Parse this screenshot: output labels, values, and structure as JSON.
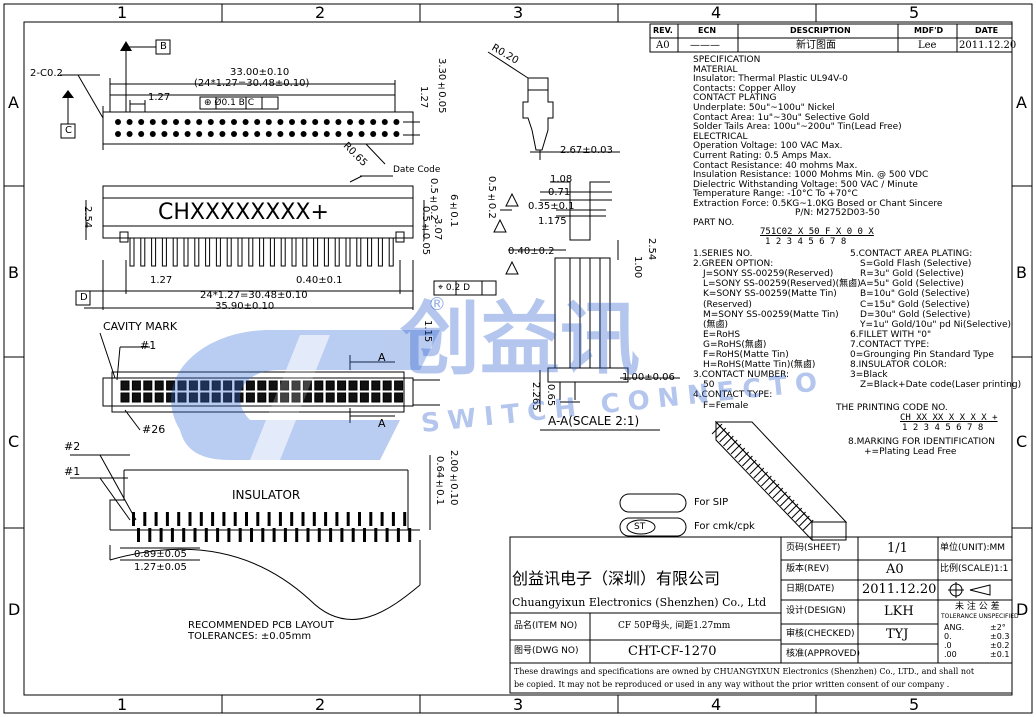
{
  "border": {
    "cols": [
      "1",
      "2",
      "3",
      "4",
      "5"
    ],
    "rows": [
      "A",
      "B",
      "C",
      "D"
    ]
  },
  "rev_table": {
    "headers": [
      "REV.",
      "ECN",
      "DESCRIPTION",
      "MDF'D",
      "DATE"
    ],
    "row": [
      "A0",
      "———",
      "新订图面",
      "Lee",
      "2011.12.20"
    ]
  },
  "spec": {
    "lines": [
      "SPECIFICATION",
      "MATERIAL",
      "Insulator: Thermal Plastic UL94V-0",
      "Contacts: Copper Alloy",
      "CONTACT PLATING",
      "Underplate: 50u\"~100u\" Nickel",
      "Contact Area: 1u\"~30u\" Selective Gold",
      "Solder Tails  Area: 100u\"~200u\" Tin(Lead Free)",
      "ELECTRICAL",
      "Operation Voltage: 100 VAC Max.",
      "Current Rating: 0.5 Amps Max.",
      "Contact Resistance: 40 mohms Max.",
      "Insulation Resistance: 1000 Mohms Min. @ 500 VDC",
      "Dielectric Withstanding Voltage: 500 VAC / Minute",
      "Temperature Range: -10°C To +70°C",
      "Extraction Force: 0.5KG~1.0KG Bosed or Chant Sincere"
    ],
    "pn_ref": "P/N: M2752D03-50",
    "part_no_label": "PART NO.",
    "part_code": "751C02 X 50 F X 0 0 X",
    "part_code_idx": "1  2  3 4 5 6 7 8"
  },
  "options_left": [
    "1.SERIES NO.",
    "2.GREEN OPTION:",
    "J=SONY SS-00259(Reserved)",
    "L=SONY SS-00259(Reserved)(無鹵)",
    "K=SONY SS-00259(Matte Tin)",
    "(Reserved)",
    "M=SONY SS-00259(Matte Tin)",
    "(無鹵)",
    "E=RoHS",
    "G=RoHS(無鹵)",
    "F=RoHS(Matte Tin)",
    "H=RoHS(Matte Tin)(無鹵)",
    "3.CONTACT NUMBER:",
    "50",
    "4.CONTACT TYPE:",
    "F=Female"
  ],
  "options_right": [
    "5.CONTACT AREA PLATING:",
    "S=Gold Flash (Selective)",
    "R=3u\" Gold (Selective)",
    "A=5u\" Gold (Selective)",
    "B=10u\" Gold (Selective)",
    "C=15u\" Gold (Selective)",
    "D=30u\" Gold (Selective)",
    "Y=1u\" Gold/10u\" pd Ni(Selective)",
    "6.FILLET WITH \"0\"",
    "7.CONTACT TYPE:",
    "0=Grounging Pin Standard Type",
    "8.INSULATOR COLOR:",
    "3=Black",
    "Z=Black+Date code(Laser printing)"
  ],
  "printing": {
    "title": "THE PRINTING CODE NO.",
    "code": "CH XX XX X X X X +",
    "idx": "1  2  3  4 5 6 7 8",
    "marking_1": "8.MARKING FOR IDENTIFICATION",
    "marking_2": "+=Plating Lead Free"
  },
  "legend": {
    "sip": "For SIP",
    "st_badge": "ST",
    "st": "For cmk/cpk"
  },
  "drawing": {
    "dim_33": "33.00±0.10",
    "dim_2448": "(24*1.27=30.48±0.10)",
    "dim_127": "1.27",
    "dim_c02": "2-C0.2",
    "gdt_top": "⊕ Ø0.1 B C",
    "dim_330": "3.30±0.05",
    "dim_127v": "1.27",
    "dim_r065": "R0.65",
    "date_code": "Date Code",
    "marking": "CHXXXXXXXX+",
    "dim_254": "2.54",
    "dim_05a": "0.5±0.2",
    "dim_05b": "0.5±0.05",
    "dim_307": "3.07",
    "dim_61": "6±0.1",
    "dim_127b": "1.27",
    "dim_04": "0.40±0.1",
    "dim_2448b": "24*1.27=30.48±0.10",
    "dim_359": "35.90±0.10",
    "gdt_d": "⌖ 0.2 D",
    "cavity": "CAVITY MARK",
    "p1": "#1",
    "p26": "#26",
    "p2": "#2",
    "p1b": "#1",
    "sec_a": "A",
    "insulator": "INSULATOR",
    "dim_089": "0.89±0.05",
    "dim_127c": "1.27±0.05",
    "dim_064": "0.64±0.1",
    "dim_200": "2.00±0.10",
    "dim_115": "1.15",
    "pcb_1": "RECOMMENDED PCB LAYOUT",
    "pcb_2": "TOLERANCES: ±0.05mm",
    "label_b": "B",
    "label_c": "C",
    "label_d": "D",
    "r020": "R0.20",
    "dim_267": "2.67±0.03",
    "dim_108": "1.08",
    "dim_071": "0.71",
    "dim_035": "0.35±0.1",
    "dim_1175": "1.175",
    "dim_04b": "0.40±0.2",
    "dim_254b": "2.54",
    "dim_100": "1.00",
    "dim_065": "0.65",
    "dim_2265": "2.265",
    "dim_100b": "1.00±0.06",
    "section": "A-A(SCALE 2:1)"
  },
  "watermark": {
    "text": "创益讯",
    "sub": "SWITCH CONNECTO",
    "reg": "®"
  },
  "title_block": {
    "company_cn": "创益讯电子（深圳）有限公司",
    "company_en": "Chuangyixun Electronics (Shenzhen) Co., Ltd",
    "sheet_label": "页码(SHEET)",
    "sheet_val": "1/1",
    "unit_label": "单位(UNIT):MM",
    "rev_label": "版本(REV)",
    "rev_val": "A0",
    "scale_label": "比例(SCALE)1:1",
    "date_label": "日期(DATE)",
    "date_val": "2011.12.20",
    "design_label": "设计(DESIGN)",
    "design_val": "LKH",
    "tol_title": "未 注 公 差",
    "tol_sub": "TOLERANCE UNSPECIFIED",
    "item_label": "品名(ITEM NO)",
    "item_val": "CF 50P母头, 间距1.27mm",
    "checked_label": "审核(CHECKED)",
    "checked_val": "TYJ",
    "tol_ang": "ANG.",
    "tol_ang_v": "±2°",
    "tol_0": "0.",
    "tol_0_v": "±0.3",
    "tol_00": ".0",
    "tol_00_v": "±0.2",
    "tol_000": ".00",
    "tol_000_v": "±0.1",
    "dwg_label": "图号(DWG NO)",
    "dwg_val": "CHT-CF-1270",
    "approved_label": "核准(APPROVED)",
    "notice_1": "These drawings and specifications are owned by CHUANGYIXUN Electronics (Shenzhen) Co., LTD., and shall not",
    "notice_2": "be copied. It may not be reproduced or used in any way without the prior written consent of our company ."
  }
}
